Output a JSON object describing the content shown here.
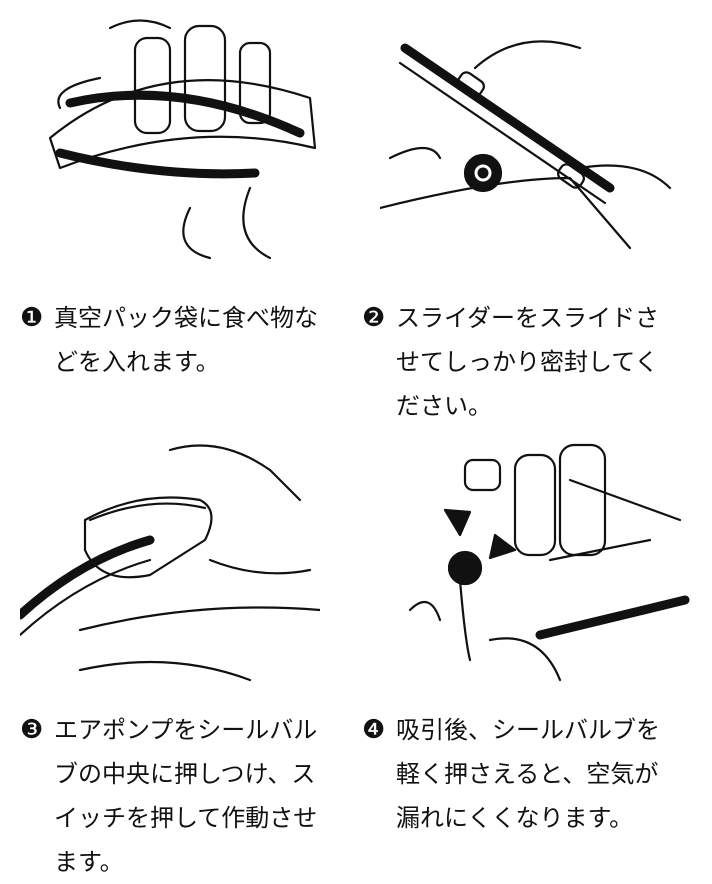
{
  "steps": [
    {
      "number": "❶",
      "text": "真空パック袋に食べ物などを入れます。"
    },
    {
      "number": "❷",
      "text": "スライダーをスライドさせてしっかり密封してください。"
    },
    {
      "number": "❸",
      "text": "エアポンプをシールバルブの中央に押しつけ、スイッチを押して作動させます。"
    },
    {
      "number": "❹",
      "text": "吸引後、シールバルブを軽く押さえると、空気が漏れにくくなります。"
    }
  ]
}
